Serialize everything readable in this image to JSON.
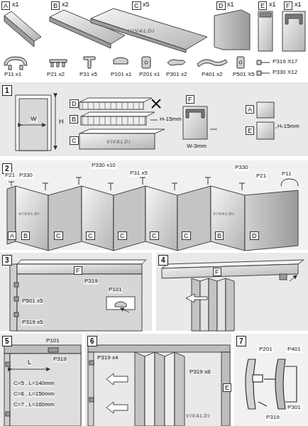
{
  "diagram": {
    "nodes": [
      {
        "text": [
          "A"
        ]
      },
      {
        "text": [
          "B"
        ]
      },
      {
        "text": [
          "C"
        ]
      },
      {
        "text": [
          "D"
        ]
      },
      {
        "text": [
          "E"
        ]
      },
      {
        "text": [
          "F"
        ]
      },
      {
        "text": [
          "1"
        ]
      },
      {
        "text": [
          "D"
        ]
      },
      {
        "text": [
          "B"
        ]
      },
      {
        "text": [
          "C"
        ]
      },
      {
        "text": [
          "F"
        ]
      },
      {
        "text": [
          "A"
        ]
      },
      {
        "text": [
          "E"
        ]
      },
      {
        "text": [
          "2"
        ]
      },
      {
        "text": [
          "A"
        ]
      },
      {
        "text": [
          "B"
        ]
      },
      {
        "text": [
          "C"
        ]
      },
      {
        "text": [
          "C"
        ]
      },
      {
        "text": [
          "C"
        ]
      },
      {
        "text": [
          "C"
        ]
      },
      {
        "text": [
          "C"
        ]
      },
      {
        "text": [
          "B"
        ]
      },
      {
        "text": [
          "D"
        ]
      },
      {
        "text": [
          "3"
        ]
      },
      {
        "text": [
          "F"
        ]
      },
      {
        "text": [
          "4"
        ]
      },
      {
        "text": [
          "F"
        ]
      },
      {
        "text": [
          "5"
        ]
      },
      {
        "text": [
          "6"
        ]
      },
      {
        "text": [
          "E"
        ]
      },
      {
        "text": [
          "7"
        ]
      }
    ],
    "labels": [
      "x1",
      "x2",
      "x5",
      "x1",
      "x1",
      "x1",
      "VIVALDI",
      "P11 x1",
      "P21 x2",
      "P31 x5",
      "P101 x1",
      "P201 x1",
      "P301 x2",
      "P401 x2",
      "P501 X5",
      "P319 X17",
      "P330 X12",
      "H",
      "W",
      "VIVALDI",
      "H-15mm",
      "W-3mm",
      "H-15mm",
      "P330 x10",
      "P21",
      "P330",
      "P31 x5",
      "P330",
      "P21",
      "P11",
      "VIVALDI",
      "VIVALDI",
      "P319",
      "P101",
      "P501 x5",
      "P319 x5",
      "P101",
      "L",
      "P319",
      "C=5 , L=140mm",
      "C=6 , L=150mm",
      "C=7 , L=160mm",
      "P319 x4",
      "P319 x8",
      "VIVALDI",
      "P201",
      "P401",
      "P319",
      "P301"
    ]
  }
}
